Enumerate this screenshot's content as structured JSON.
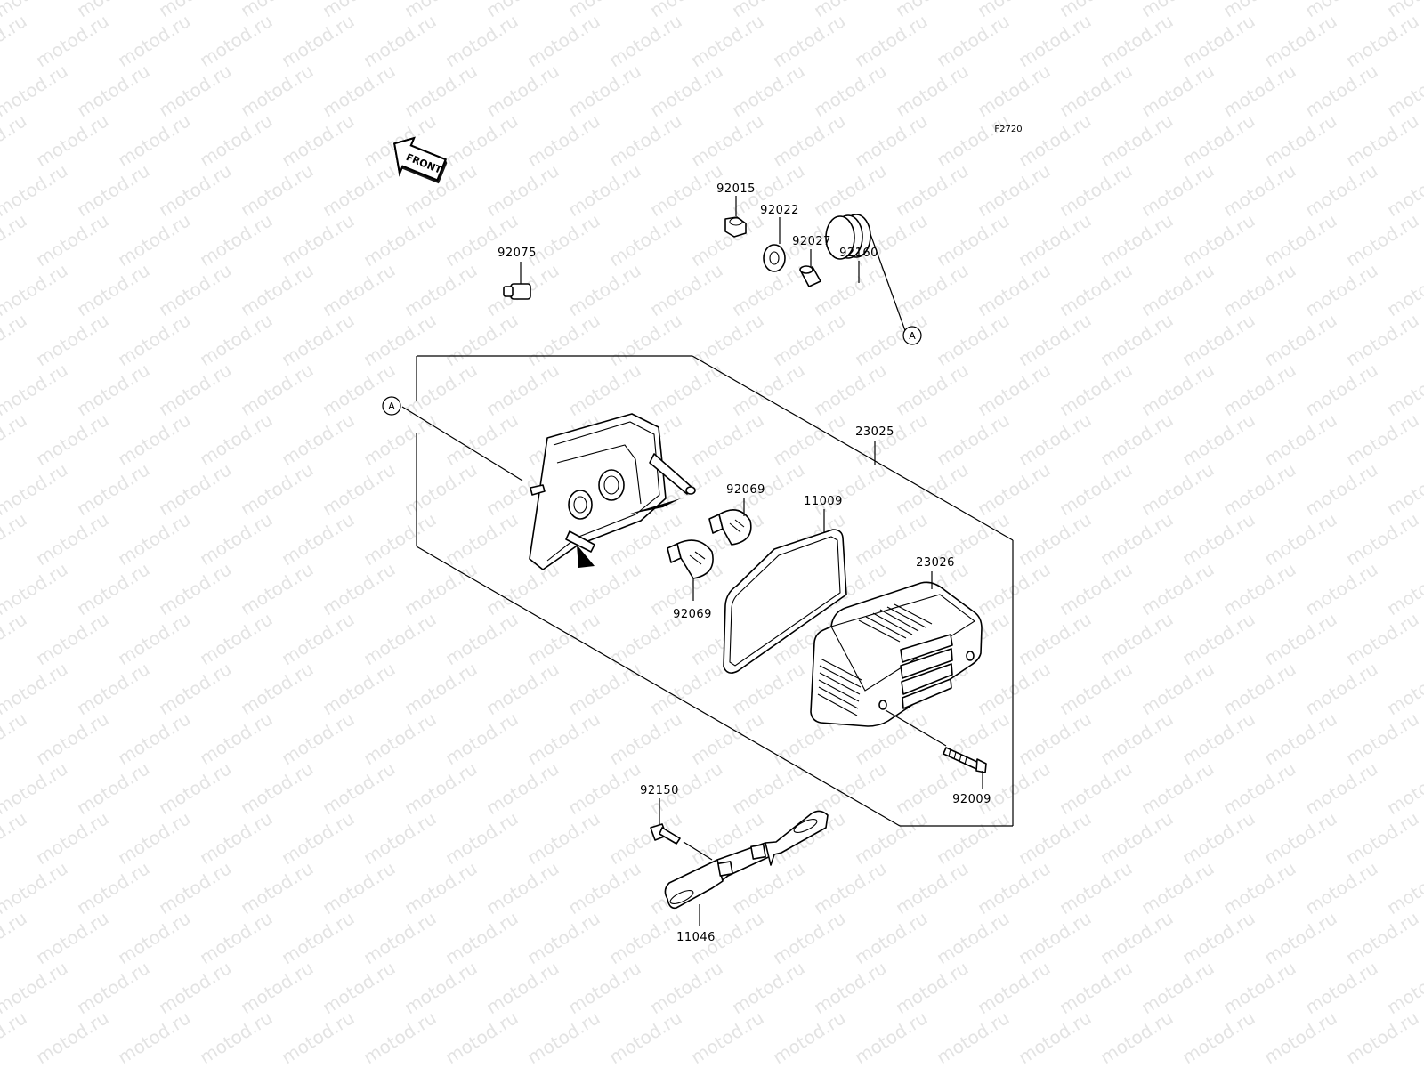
{
  "diagram": {
    "figure_code": "F2720",
    "front_label": "FRONT",
    "watermark_text": "motod.ru",
    "callouts": {
      "p92075": "92075",
      "p92015": "92015",
      "p92022": "92022",
      "p92027": "92027",
      "p92160": "92160",
      "p23025": "23025",
      "p92069a": "92069",
      "p11009": "11009",
      "p92069b": "92069",
      "p23026": "23026",
      "p92009": "92009",
      "p92150": "92150",
      "p11046": "11046"
    },
    "reference_markers": {
      "a_top": "A",
      "a_left": "A"
    },
    "colors": {
      "line": "#000000",
      "watermark": "#e3e3e3",
      "background": "#ffffff"
    }
  }
}
